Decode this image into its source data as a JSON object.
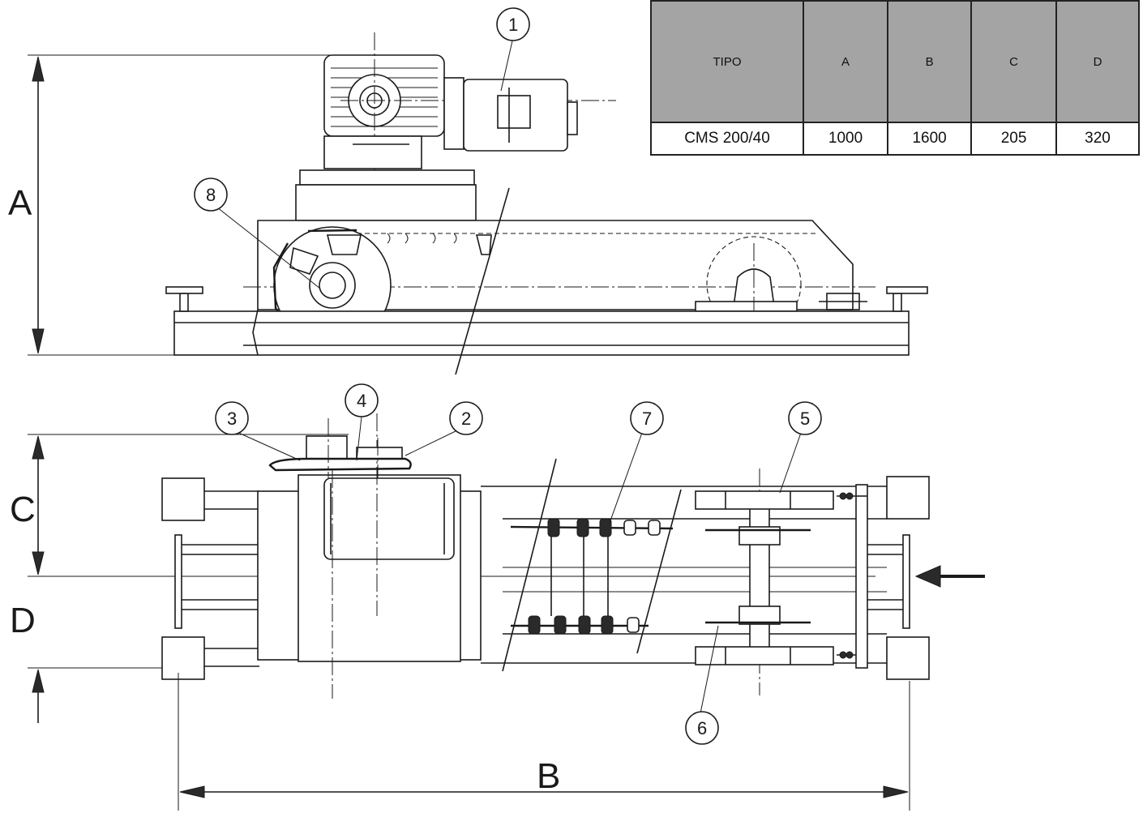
{
  "spec_table": {
    "headers": [
      "TIPO",
      "A",
      "B",
      "C",
      "D"
    ],
    "row": [
      "CMS 200/40",
      "1000",
      "1600",
      "205",
      "320"
    ]
  },
  "dimensions": {
    "A": "A",
    "B": "B",
    "C": "C",
    "D": "D"
  },
  "callouts": [
    "1",
    "2",
    "3",
    "4",
    "5",
    "6",
    "7",
    "8"
  ]
}
